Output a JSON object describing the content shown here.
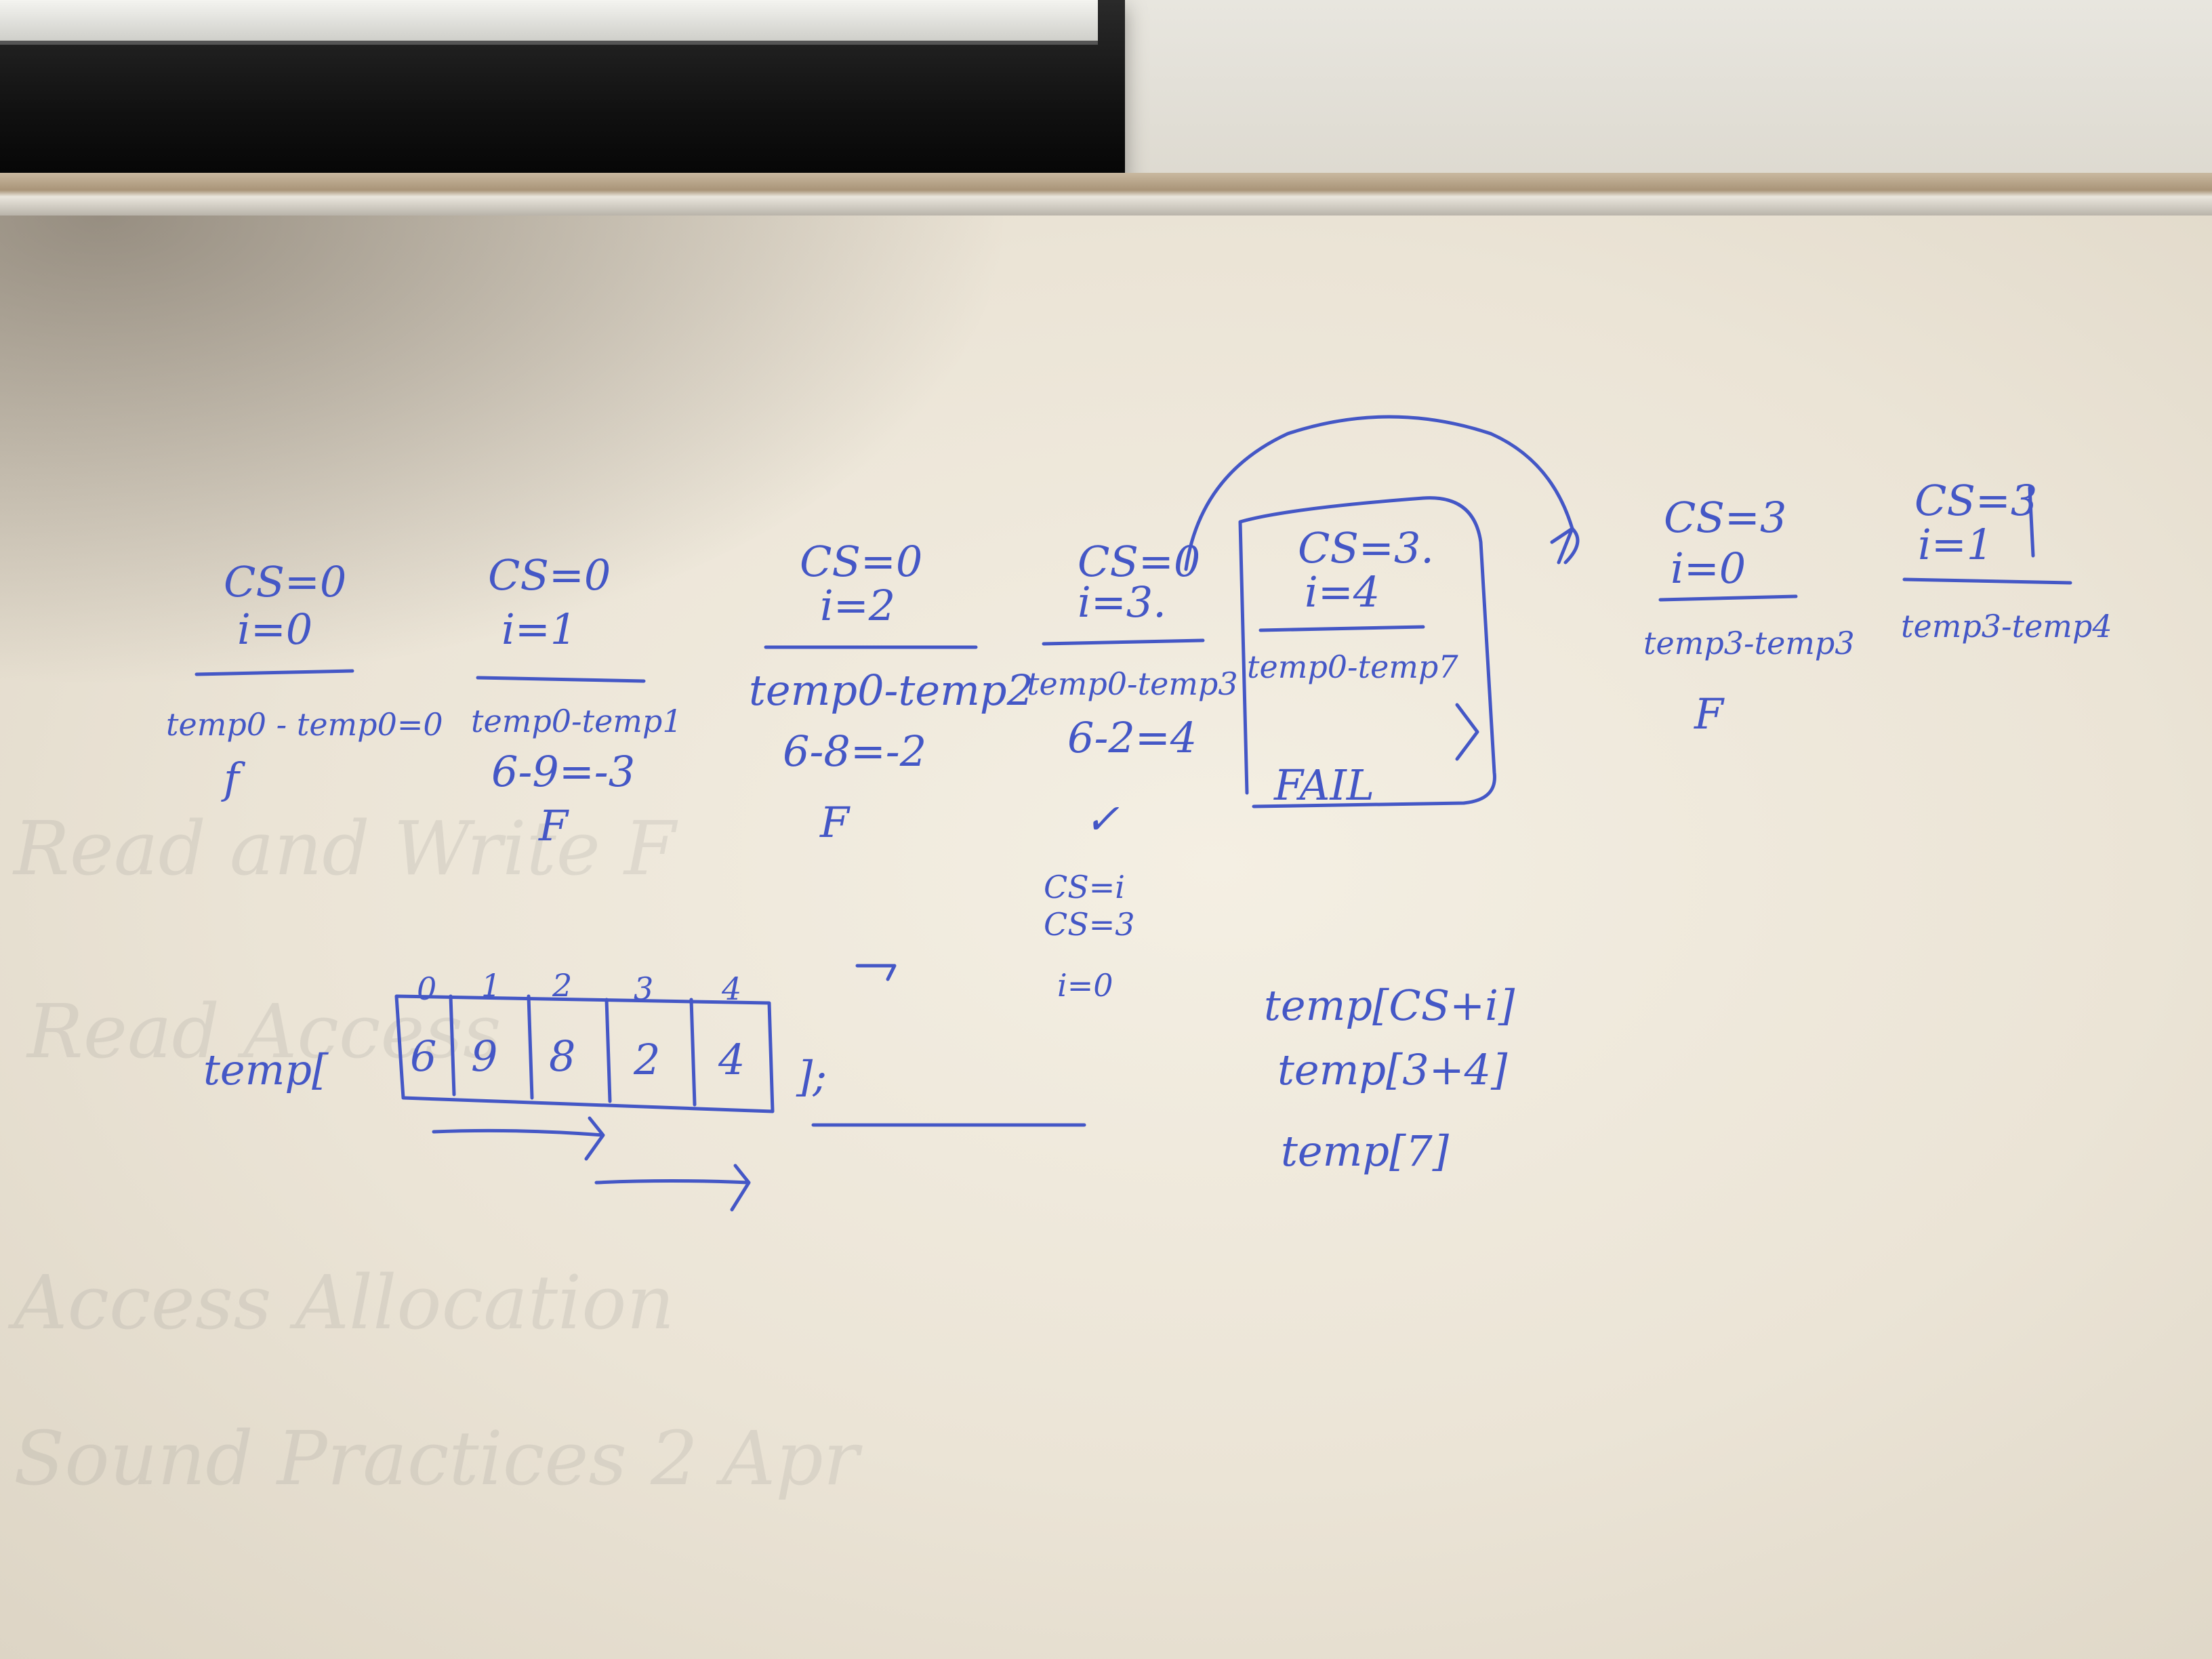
{
  "board": {
    "columns": [
      {
        "cs": "CS=0",
        "i": "i=0",
        "expr": "temp0 - temp0=0",
        "calc": "",
        "result": "f"
      },
      {
        "cs": "CS=0",
        "i": "i=1",
        "expr": "temp0-temp1",
        "calc": "6-9=-3",
        "result": "F"
      },
      {
        "cs": "CS=0",
        "i": "i=2",
        "expr": "temp0-temp2",
        "calc": "6-8=-2",
        "result": "F"
      },
      {
        "cs": "CS=0",
        "i": "i=3.",
        "expr": "temp0-temp3",
        "calc": "6-2=4",
        "result": "✓"
      },
      {
        "cs": "CS=3.",
        "i": "i=4",
        "expr": "temp0-temp7",
        "calc": "",
        "result": "FAIL"
      },
      {
        "cs": "CS=3",
        "i": "i=0",
        "expr": "temp3-temp3",
        "calc": "",
        "result": "F"
      },
      {
        "cs": "CS=3",
        "i": "i=1",
        "expr": "temp3-temp4",
        "calc": "",
        "result": ""
      }
    ],
    "update_notes": [
      "CS=i",
      "CS=3",
      "i=0"
    ],
    "array": {
      "label": "temp[",
      "indices": [
        "0",
        "1",
        "2",
        "3",
        "4"
      ],
      "values": [
        "6",
        "9",
        "8",
        "2",
        "4"
      ],
      "closing": "];"
    },
    "index_expressions": [
      "temp[CS+i]",
      "temp[3+4]",
      "temp[7]"
    ],
    "ink_color": "#4457c6"
  }
}
